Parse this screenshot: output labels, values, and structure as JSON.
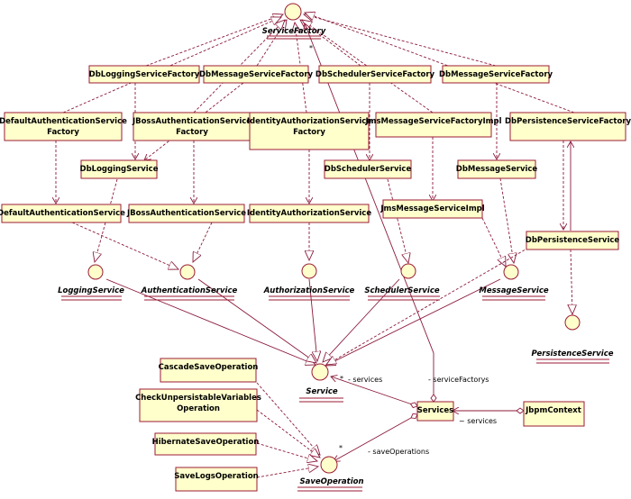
{
  "classes": {
    "db_logging_factory": "DbLoggingServiceFactory",
    "db_message_factory_1": "DbMessageServiceFactory",
    "db_scheduler_factory": "DbSchedulerServiceFactory",
    "db_message_factory_2": "DbMessageServiceFactory",
    "default_auth_factory_l1": "DefaultAuthenticationService",
    "default_auth_factory_l2": "Factory",
    "jboss_auth_factory_l1": "JBossAuthenticationService",
    "jboss_auth_factory_l2": "Factory",
    "identity_authz_factory_l1": "IdentityAuthorizationService",
    "identity_authz_factory_l2": "Factory",
    "jms_message_factory_impl": "JmsMessageServiceFactoryImpl",
    "db_persistence_factory": "DbPersistenceServiceFactory",
    "db_logging_service": "DbLoggingService",
    "db_scheduler_service": "DbSchedulerService",
    "db_message_service": "DbMessageService",
    "default_auth_service": "DefaultAuthenticationService",
    "jboss_auth_service": "JBossAuthenticationService",
    "identity_authz_service": "IdentityAuthorizationService",
    "jms_message_service_impl": "JmsMessageServiceImpl",
    "db_persistence_service": "DbPersistenceService",
    "cascade_save": "CascadeSaveOperation",
    "check_unpersistable_l1": "CheckUnpersistableVariables",
    "check_unpersistable_l2": "Operation",
    "hibernate_save": "HibernateSaveOperation",
    "save_logs": "SaveLogsOperation",
    "services": "Services",
    "jbpm_context": "JbpmContext"
  },
  "interfaces": {
    "service_factory": "ServiceFactory",
    "logging_service": "LoggingService",
    "authentication_service": "AuthenticationService",
    "authorization_service": "AuthorizationService",
    "scheduler_service": "SchedulerService",
    "message_service": "MessageService",
    "persistence_service": "PersistenceService",
    "service": "Service",
    "save_operation": "SaveOperation"
  },
  "labels": {
    "services_role": "- services",
    "service_factorys_role": "- serviceFactorys",
    "services_nav": "~ services",
    "save_operations_role": "- saveOperations",
    "mult_service": "*",
    "mult_save": "*",
    "mult_factory": "*"
  },
  "colors": {
    "class_fill": "#ffffcc",
    "stroke": "#9b1b34"
  }
}
